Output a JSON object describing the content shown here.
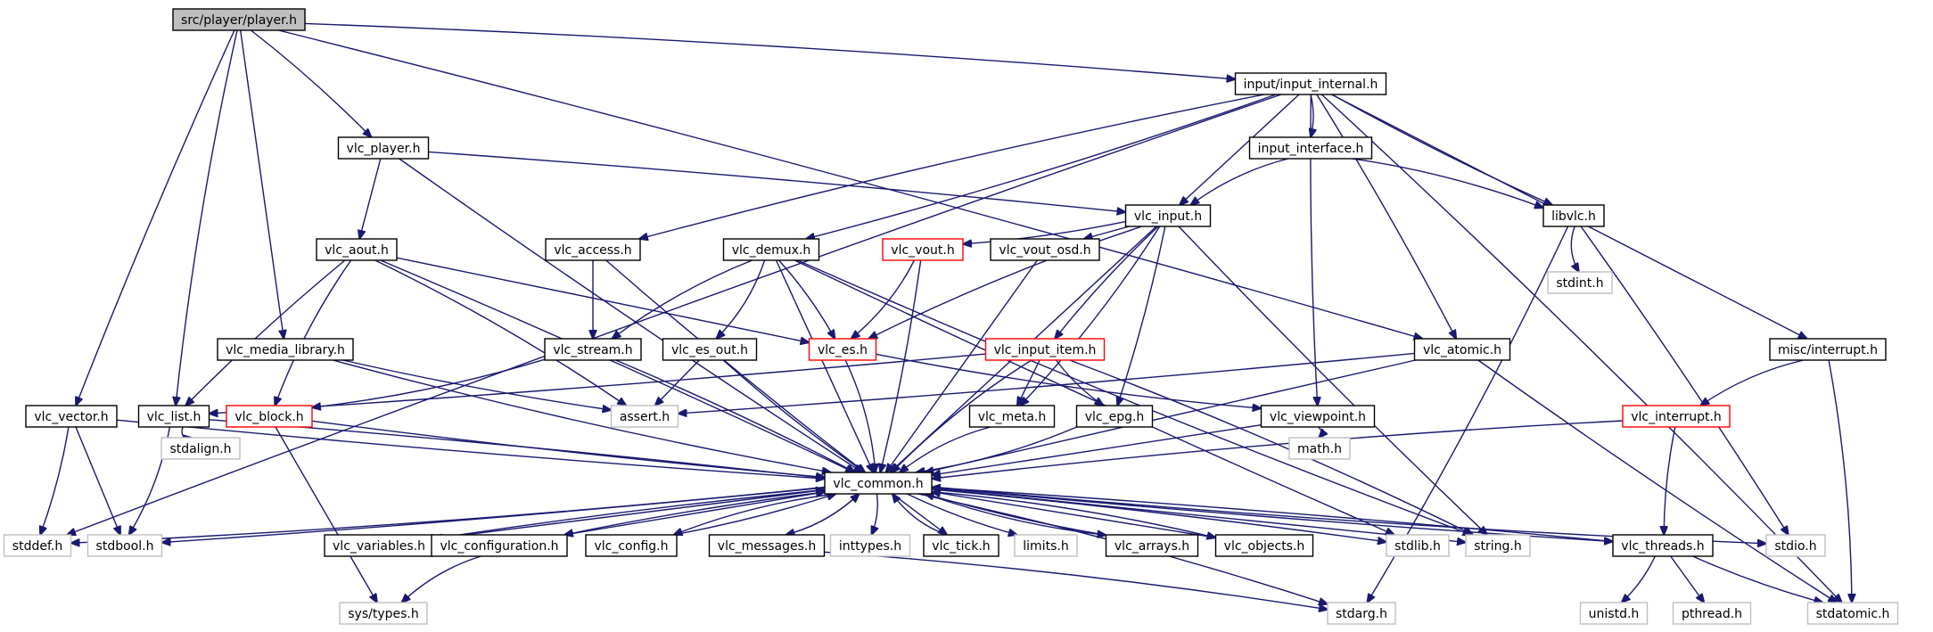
{
  "diagram": {
    "title": "",
    "nodes": [
      {
        "id": "player_h",
        "label": "src/player/player.h",
        "style": "root"
      },
      {
        "id": "input_internal",
        "label": "input/input_internal.h",
        "style": "normal"
      },
      {
        "id": "vlc_player",
        "label": "vlc_player.h",
        "style": "normal"
      },
      {
        "id": "input_interface",
        "label": "input_interface.h",
        "style": "normal"
      },
      {
        "id": "vlc_input",
        "label": "vlc_input.h",
        "style": "normal"
      },
      {
        "id": "libvlc",
        "label": "libvlc.h",
        "style": "normal"
      },
      {
        "id": "vlc_aout",
        "label": "vlc_aout.h",
        "style": "normal"
      },
      {
        "id": "vlc_access",
        "label": "vlc_access.h",
        "style": "normal"
      },
      {
        "id": "vlc_demux",
        "label": "vlc_demux.h",
        "style": "normal"
      },
      {
        "id": "vlc_vout",
        "label": "vlc_vout.h",
        "style": "red"
      },
      {
        "id": "vlc_vout_osd",
        "label": "vlc_vout_osd.h",
        "style": "normal"
      },
      {
        "id": "stdint",
        "label": "stdint.h",
        "style": "gray"
      },
      {
        "id": "vlc_media_library",
        "label": "vlc_media_library.h",
        "style": "normal"
      },
      {
        "id": "vlc_stream",
        "label": "vlc_stream.h",
        "style": "normal"
      },
      {
        "id": "vlc_es_out",
        "label": "vlc_es_out.h",
        "style": "normal"
      },
      {
        "id": "vlc_es",
        "label": "vlc_es.h",
        "style": "red"
      },
      {
        "id": "vlc_input_item",
        "label": "vlc_input_item.h",
        "style": "red"
      },
      {
        "id": "vlc_atomic",
        "label": "vlc_atomic.h",
        "style": "normal"
      },
      {
        "id": "misc_interrupt",
        "label": "misc/interrupt.h",
        "style": "normal"
      },
      {
        "id": "vlc_vector",
        "label": "vlc_vector.h",
        "style": "normal"
      },
      {
        "id": "vlc_list",
        "label": "vlc_list.h",
        "style": "normal"
      },
      {
        "id": "vlc_block",
        "label": "vlc_block.h",
        "style": "red"
      },
      {
        "id": "assert",
        "label": "assert.h",
        "style": "gray"
      },
      {
        "id": "vlc_meta",
        "label": "vlc_meta.h",
        "style": "normal"
      },
      {
        "id": "vlc_epg",
        "label": "vlc_epg.h",
        "style": "normal"
      },
      {
        "id": "vlc_viewpoint",
        "label": "vlc_viewpoint.h",
        "style": "normal"
      },
      {
        "id": "vlc_interrupt",
        "label": "vlc_interrupt.h",
        "style": "red"
      },
      {
        "id": "stdalign",
        "label": "stdalign.h",
        "style": "gray"
      },
      {
        "id": "math",
        "label": "math.h",
        "style": "gray"
      },
      {
        "id": "vlc_common",
        "label": "vlc_common.h",
        "style": "normal"
      },
      {
        "id": "stddef",
        "label": "stddef.h",
        "style": "gray"
      },
      {
        "id": "stdbool",
        "label": "stdbool.h",
        "style": "gray"
      },
      {
        "id": "vlc_variables",
        "label": "vlc_variables.h",
        "style": "normal"
      },
      {
        "id": "vlc_configuration",
        "label": "vlc_configuration.h",
        "style": "normal"
      },
      {
        "id": "vlc_config",
        "label": "vlc_config.h",
        "style": "normal"
      },
      {
        "id": "vlc_messages",
        "label": "vlc_messages.h",
        "style": "normal"
      },
      {
        "id": "inttypes",
        "label": "inttypes.h",
        "style": "gray"
      },
      {
        "id": "vlc_tick",
        "label": "vlc_tick.h",
        "style": "normal"
      },
      {
        "id": "limits",
        "label": "limits.h",
        "style": "gray"
      },
      {
        "id": "vlc_arrays",
        "label": "vlc_arrays.h",
        "style": "normal"
      },
      {
        "id": "vlc_objects",
        "label": "vlc_objects.h",
        "style": "normal"
      },
      {
        "id": "stdlib",
        "label": "stdlib.h",
        "style": "gray"
      },
      {
        "id": "string",
        "label": "string.h",
        "style": "gray"
      },
      {
        "id": "vlc_threads",
        "label": "vlc_threads.h",
        "style": "normal"
      },
      {
        "id": "stdio",
        "label": "stdio.h",
        "style": "gray"
      },
      {
        "id": "sys_types",
        "label": "sys/types.h",
        "style": "gray"
      },
      {
        "id": "stdarg",
        "label": "stdarg.h",
        "style": "gray"
      },
      {
        "id": "unistd",
        "label": "unistd.h",
        "style": "gray"
      },
      {
        "id": "pthread",
        "label": "pthread.h",
        "style": "gray"
      },
      {
        "id": "stdatomic",
        "label": "stdatomic.h",
        "style": "gray"
      }
    ],
    "edges": [
      [
        "player_h",
        "input_internal"
      ],
      [
        "player_h",
        "vlc_player"
      ],
      [
        "player_h",
        "vlc_media_library"
      ],
      [
        "player_h",
        "vlc_vector"
      ],
      [
        "player_h",
        "vlc_list"
      ],
      [
        "player_h",
        "vlc_atomic"
      ],
      [
        "input_internal",
        "input_interface"
      ],
      [
        "input_internal",
        "vlc_input"
      ],
      [
        "input_internal",
        "libvlc"
      ],
      [
        "input_internal",
        "vlc_access"
      ],
      [
        "input_internal",
        "vlc_demux"
      ],
      [
        "input_internal",
        "vlc_atomic"
      ],
      [
        "input_internal",
        "misc_interrupt"
      ],
      [
        "input_internal",
        "vlc_viewpoint"
      ],
      [
        "input_internal",
        "stddef"
      ],
      [
        "input_internal",
        "stdatomic"
      ],
      [
        "vlc_player",
        "vlc_input"
      ],
      [
        "vlc_player",
        "vlc_aout"
      ],
      [
        "vlc_player",
        "vlc_common"
      ],
      [
        "input_interface",
        "vlc_input"
      ],
      [
        "input_interface",
        "libvlc"
      ],
      [
        "vlc_input",
        "vlc_vout"
      ],
      [
        "vlc_input",
        "vlc_vout_osd"
      ],
      [
        "vlc_input",
        "vlc_input_item"
      ],
      [
        "vlc_input",
        "vlc_es"
      ],
      [
        "vlc_input",
        "vlc_meta"
      ],
      [
        "vlc_input",
        "vlc_epg"
      ],
      [
        "vlc_input",
        "vlc_common"
      ],
      [
        "vlc_input",
        "string"
      ],
      [
        "libvlc",
        "stdint"
      ],
      [
        "libvlc",
        "stdarg"
      ],
      [
        "libvlc",
        "stdio"
      ],
      [
        "vlc_aout",
        "vlc_es"
      ],
      [
        "vlc_aout",
        "vlc_list"
      ],
      [
        "vlc_aout",
        "vlc_block"
      ],
      [
        "vlc_aout",
        "assert"
      ],
      [
        "vlc_aout",
        "vlc_common"
      ],
      [
        "vlc_access",
        "vlc_stream"
      ],
      [
        "vlc_access",
        "vlc_common"
      ],
      [
        "vlc_demux",
        "vlc_stream"
      ],
      [
        "vlc_demux",
        "vlc_es_out"
      ],
      [
        "vlc_demux",
        "vlc_es"
      ],
      [
        "vlc_demux",
        "vlc_common"
      ],
      [
        "vlc_demux",
        "stdlib"
      ],
      [
        "vlc_demux",
        "string"
      ],
      [
        "vlc_vout",
        "vlc_es"
      ],
      [
        "vlc_vout",
        "vlc_common"
      ],
      [
        "vlc_vout_osd",
        "vlc_common"
      ],
      [
        "vlc_media_library",
        "assert"
      ],
      [
        "vlc_media_library",
        "vlc_common"
      ],
      [
        "vlc_stream",
        "vlc_block"
      ],
      [
        "vlc_stream",
        "vlc_common"
      ],
      [
        "vlc_es_out",
        "assert"
      ],
      [
        "vlc_es_out",
        "vlc_common"
      ],
      [
        "vlc_es",
        "vlc_viewpoint"
      ],
      [
        "vlc_es",
        "vlc_common"
      ],
      [
        "vlc_input_item",
        "vlc_list"
      ],
      [
        "vlc_input_item",
        "vlc_meta"
      ],
      [
        "vlc_input_item",
        "vlc_epg"
      ],
      [
        "vlc_input_item",
        "vlc_common"
      ],
      [
        "vlc_input_item",
        "string"
      ],
      [
        "vlc_atomic",
        "assert"
      ],
      [
        "vlc_atomic",
        "vlc_common"
      ],
      [
        "vlc_atomic",
        "stdatomic"
      ],
      [
        "misc_interrupt",
        "vlc_interrupt"
      ],
      [
        "misc_interrupt",
        "stdatomic"
      ],
      [
        "vlc_vector",
        "stddef"
      ],
      [
        "vlc_vector",
        "stdbool"
      ],
      [
        "vlc_vector",
        "vlc_common"
      ],
      [
        "vlc_list",
        "stdalign"
      ],
      [
        "vlc_list",
        "stdbool"
      ],
      [
        "vlc_list",
        "vlc_common"
      ],
      [
        "vlc_block",
        "sys_types"
      ],
      [
        "vlc_block",
        "vlc_common"
      ],
      [
        "vlc_meta",
        "vlc_common"
      ],
      [
        "vlc_epg",
        "vlc_common"
      ],
      [
        "vlc_viewpoint",
        "math"
      ],
      [
        "vlc_viewpoint",
        "vlc_common"
      ],
      [
        "vlc_interrupt",
        "vlc_threads"
      ],
      [
        "vlc_interrupt",
        "vlc_common"
      ],
      [
        "vlc_common",
        "stddef"
      ],
      [
        "vlc_common",
        "stdbool"
      ],
      [
        "vlc_common",
        "vlc_variables"
      ],
      [
        "vlc_common",
        "vlc_configuration"
      ],
      [
        "vlc_common",
        "vlc_config"
      ],
      [
        "vlc_common",
        "vlc_messages"
      ],
      [
        "vlc_common",
        "inttypes"
      ],
      [
        "vlc_common",
        "vlc_tick"
      ],
      [
        "vlc_common",
        "limits"
      ],
      [
        "vlc_common",
        "vlc_arrays"
      ],
      [
        "vlc_common",
        "vlc_objects"
      ],
      [
        "vlc_common",
        "stdlib"
      ],
      [
        "vlc_common",
        "string"
      ],
      [
        "vlc_common",
        "vlc_threads"
      ],
      [
        "vlc_common",
        "stdio"
      ],
      [
        "vlc_common",
        "stdarg"
      ],
      [
        "vlc_variables",
        "vlc_common"
      ],
      [
        "vlc_configuration",
        "vlc_common"
      ],
      [
        "vlc_config",
        "vlc_common"
      ],
      [
        "vlc_messages",
        "vlc_common"
      ],
      [
        "vlc_tick",
        "vlc_common"
      ],
      [
        "vlc_arrays",
        "vlc_common"
      ],
      [
        "vlc_objects",
        "vlc_common"
      ],
      [
        "vlc_threads",
        "vlc_common"
      ],
      [
        "vlc_configuration",
        "sys_types"
      ],
      [
        "vlc_messages",
        "stdarg"
      ],
      [
        "vlc_threads",
        "unistd"
      ],
      [
        "vlc_threads",
        "pthread"
      ],
      [
        "vlc_threads",
        "stdatomic"
      ]
    ]
  }
}
